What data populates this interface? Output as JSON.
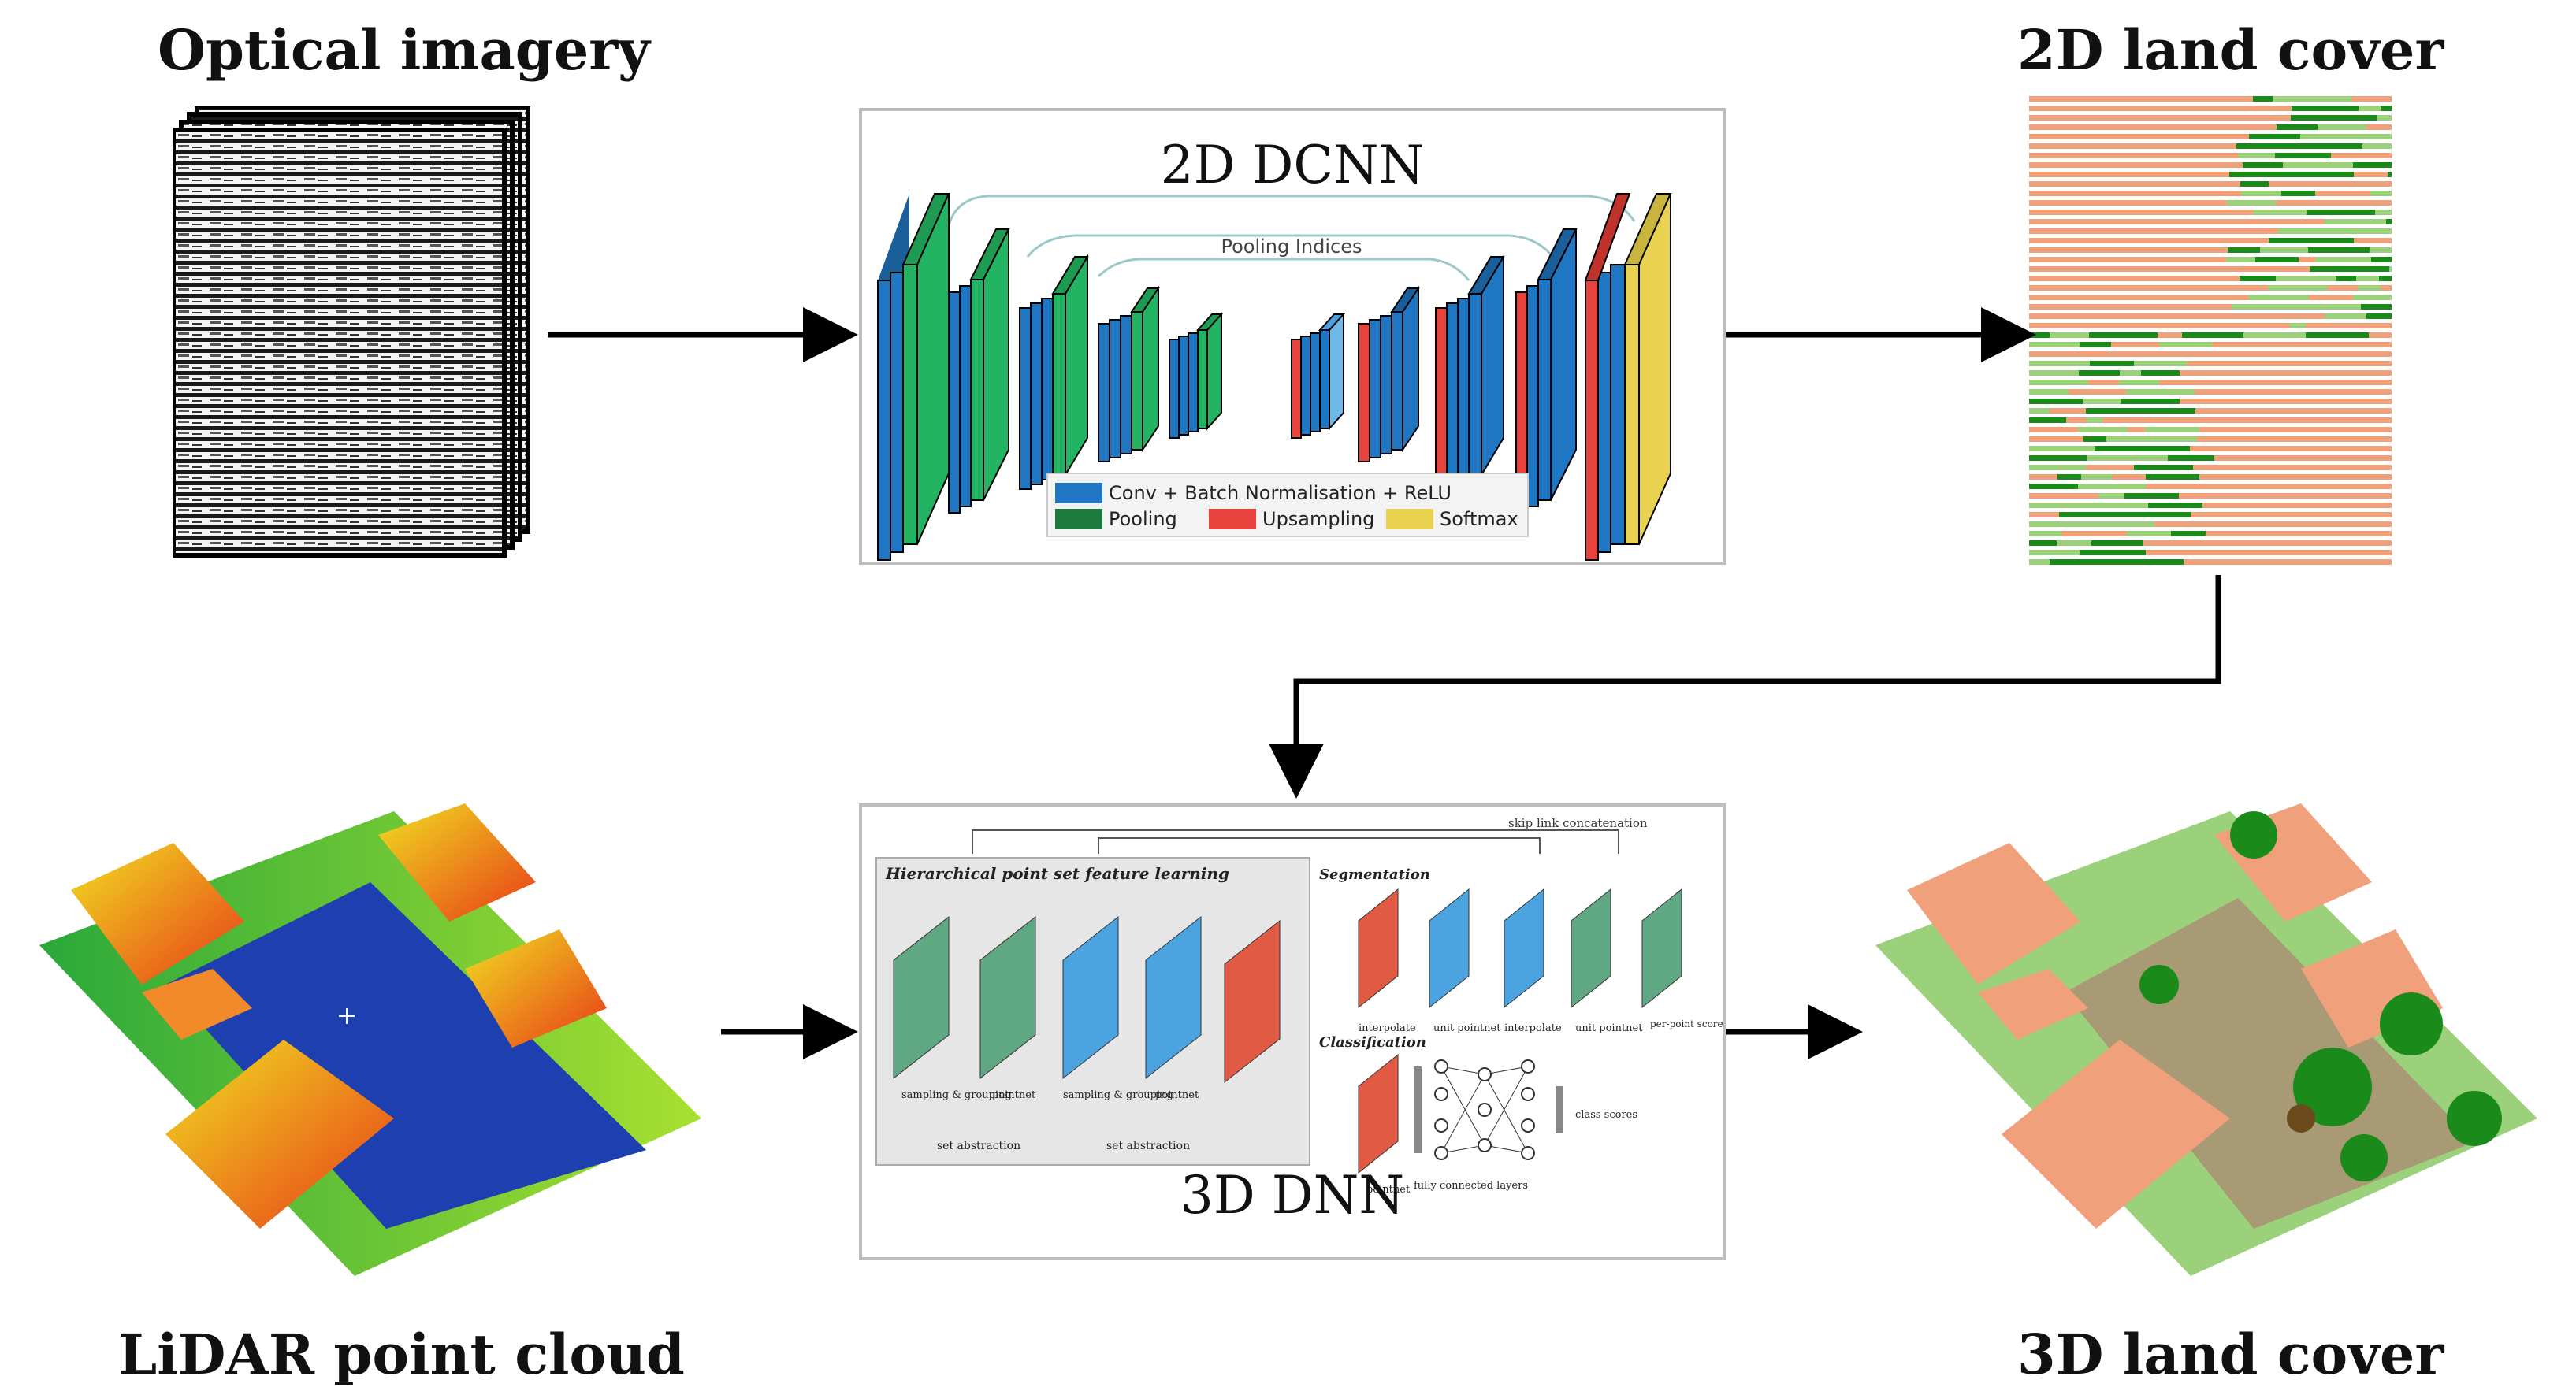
{
  "titles": {
    "optical": "Optical imagery",
    "land2d": "2D land cover",
    "lidar": "LiDAR point cloud",
    "land3d": "3D land cover"
  },
  "dcnn": {
    "title": "2D DCNN",
    "pooling_indices": "Pooling Indices",
    "legend": [
      {
        "label": "Conv + Batch Normalisation + ReLU",
        "color": "#1f77c4"
      },
      {
        "label": "Pooling",
        "color": "#1e7a3c"
      },
      {
        "label": "Upsampling",
        "color": "#e8423c"
      },
      {
        "label": "Softmax",
        "color": "#e8d24f"
      }
    ]
  },
  "dnn3d": {
    "title": "3D DNN",
    "skip_link": "skip link concatenation",
    "hier": "Hierarchical point set feature learning",
    "segmentation": "Segmentation",
    "classification": "Classification",
    "set_abstraction": "set abstraction",
    "sampling_grouping": "sampling & grouping",
    "pointnet": "pointnet",
    "interpolate": "interpolate",
    "unit_pointnet": "unit pointnet",
    "fully_connected": "fully connected layers",
    "per_point_scores": "per-point scores",
    "class_scores": "class scores"
  },
  "colors": {
    "bar_blue": "#1f77c4",
    "bar_green": "#23b463",
    "bar_red": "#e8423c",
    "bar_yellow": "#e8d24f",
    "roof_salmon": "#f0a07a",
    "veg_dark": "#1a8a1a",
    "veg_light": "#9ad17a",
    "ground_tan": "#a89a74"
  }
}
